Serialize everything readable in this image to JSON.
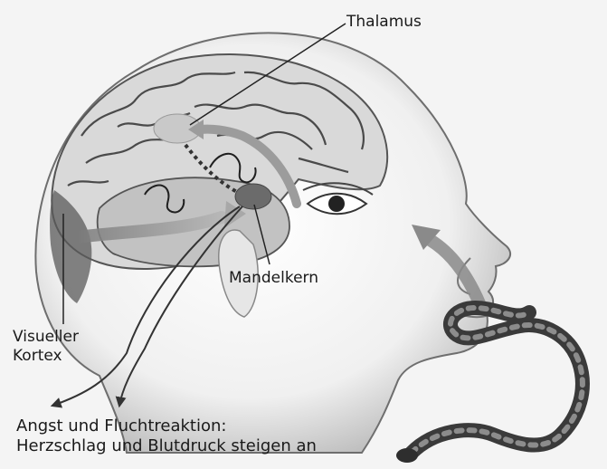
{
  "labels": {
    "thalamus": "Thalamus",
    "mandelkern": "Mandelkern",
    "visual_cortex_line1": "Visueller",
    "visual_cortex_line2": "Kortex"
  },
  "caption": {
    "line1": "Angst und Fluchtreaktion:",
    "line2": "Herzschlag und Blutdruck steigen an"
  }
}
